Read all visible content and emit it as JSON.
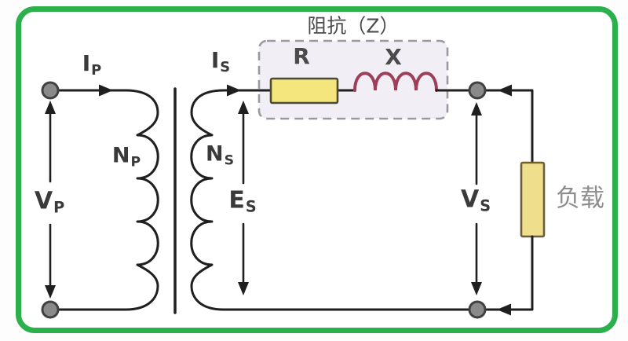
{
  "diagram": {
    "title": "阻抗（Z）",
    "impedance_box": {
      "r_label": "R",
      "x_label": "X"
    },
    "labels": {
      "ip": {
        "main": "I",
        "sub": "P"
      },
      "is": {
        "main": "I",
        "sub": "S"
      },
      "np": {
        "main": "N",
        "sub": "P"
      },
      "ns": {
        "main": "N",
        "sub": "S"
      },
      "es": {
        "main": "E",
        "sub": "S"
      },
      "vp": {
        "main": "V",
        "sub": "P"
      },
      "vs": {
        "main": "V",
        "sub": "S"
      }
    },
    "load_label": "负载"
  },
  "colors": {
    "frame_green": "#2cb04c",
    "wire": "#1f1f1f",
    "terminal_fill": "#8a8a8a",
    "terminal_stroke": "#404040",
    "box_fill": "#f1eff5",
    "box_border": "#9b99a0",
    "resistor_fill": "#f5e57d",
    "resistor_border": "#4c4b31",
    "inductor": "#9d3f58",
    "load_fill": "#efdf8d",
    "load_border": "#6e5f33",
    "label_dark": "#3a3a3a",
    "label_gray": "#4b4b4b",
    "load_label_gray": "#8d8d8d",
    "bg": "#fdfdfd"
  }
}
